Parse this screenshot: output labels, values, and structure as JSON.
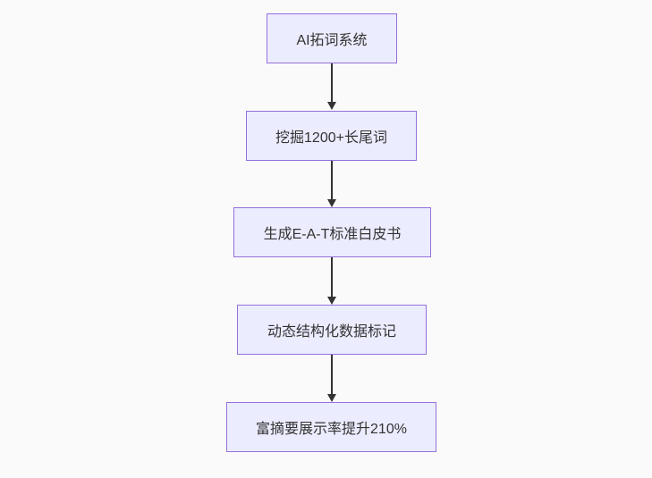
{
  "diagram": {
    "type": "flowchart",
    "direction": "top-down",
    "background_color": "#fafafa",
    "node_fill_color": "#ECECFF",
    "node_border_color": "#9370DB",
    "edge_color": "#333333",
    "text_color": "#333333",
    "nodes": [
      {
        "id": "node-1",
        "label": "AI拓词系统"
      },
      {
        "id": "node-2",
        "label": "挖掘1200+长尾词"
      },
      {
        "id": "node-3",
        "label": "生成E-A-T标准白皮书"
      },
      {
        "id": "node-4",
        "label": "动态结构化数据标记"
      },
      {
        "id": "node-5",
        "label": "富摘要展示率提升210%"
      }
    ],
    "edges": [
      {
        "from": "AI拓词系统",
        "to": "挖掘1200+长尾词"
      },
      {
        "from": "挖掘1200+长尾词",
        "to": "生成E-A-T标准白皮书"
      },
      {
        "from": "生成E-A-T标准白皮书",
        "to": "动态结构化数据标记"
      },
      {
        "from": "动态结构化数据标记",
        "to": "富摘要展示率提升210%"
      }
    ]
  }
}
